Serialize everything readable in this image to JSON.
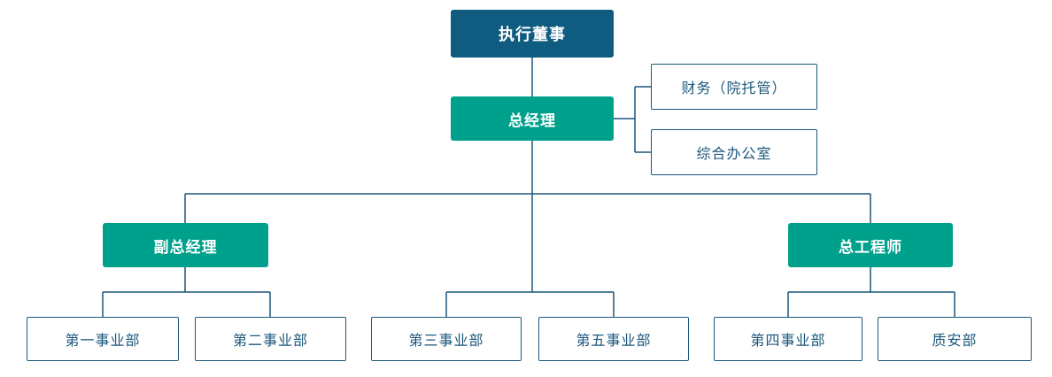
{
  "theme": {
    "dark-box": "#0F5C80",
    "teal-box": "#00A18C",
    "line": "#1B577B",
    "outline-box-text": "#1B577B",
    "box-text-light": "#FFFFFF",
    "background": "#FFFFFF"
  },
  "diagram": {
    "type": "org-chart",
    "nodes": {
      "exec": {
        "label": "执行董事",
        "reports_to": null,
        "style": "dark"
      },
      "gm": {
        "label": "总经理",
        "reports_to": "exec",
        "style": "teal"
      },
      "finance": {
        "label": "财务（院托管）",
        "reports_to": "gm",
        "style": "outline"
      },
      "office": {
        "label": "综合办公室",
        "reports_to": "gm",
        "style": "outline"
      },
      "dgm": {
        "label": "副总经理",
        "reports_to": "gm",
        "style": "teal"
      },
      "ce": {
        "label": "总工程师",
        "reports_to": "gm",
        "style": "teal"
      },
      "div1": {
        "label": "第一事业部",
        "reports_to": "dgm",
        "style": "outline"
      },
      "div2": {
        "label": "第二事业部",
        "reports_to": "dgm",
        "style": "outline"
      },
      "div3": {
        "label": "第三事业部",
        "reports_to": "gm",
        "style": "outline"
      },
      "div5": {
        "label": "第五事业部",
        "reports_to": "gm",
        "style": "outline"
      },
      "div4": {
        "label": "第四事业部",
        "reports_to": "ce",
        "style": "outline"
      },
      "qa": {
        "label": "质安部",
        "reports_to": "ce",
        "style": "outline"
      }
    }
  }
}
